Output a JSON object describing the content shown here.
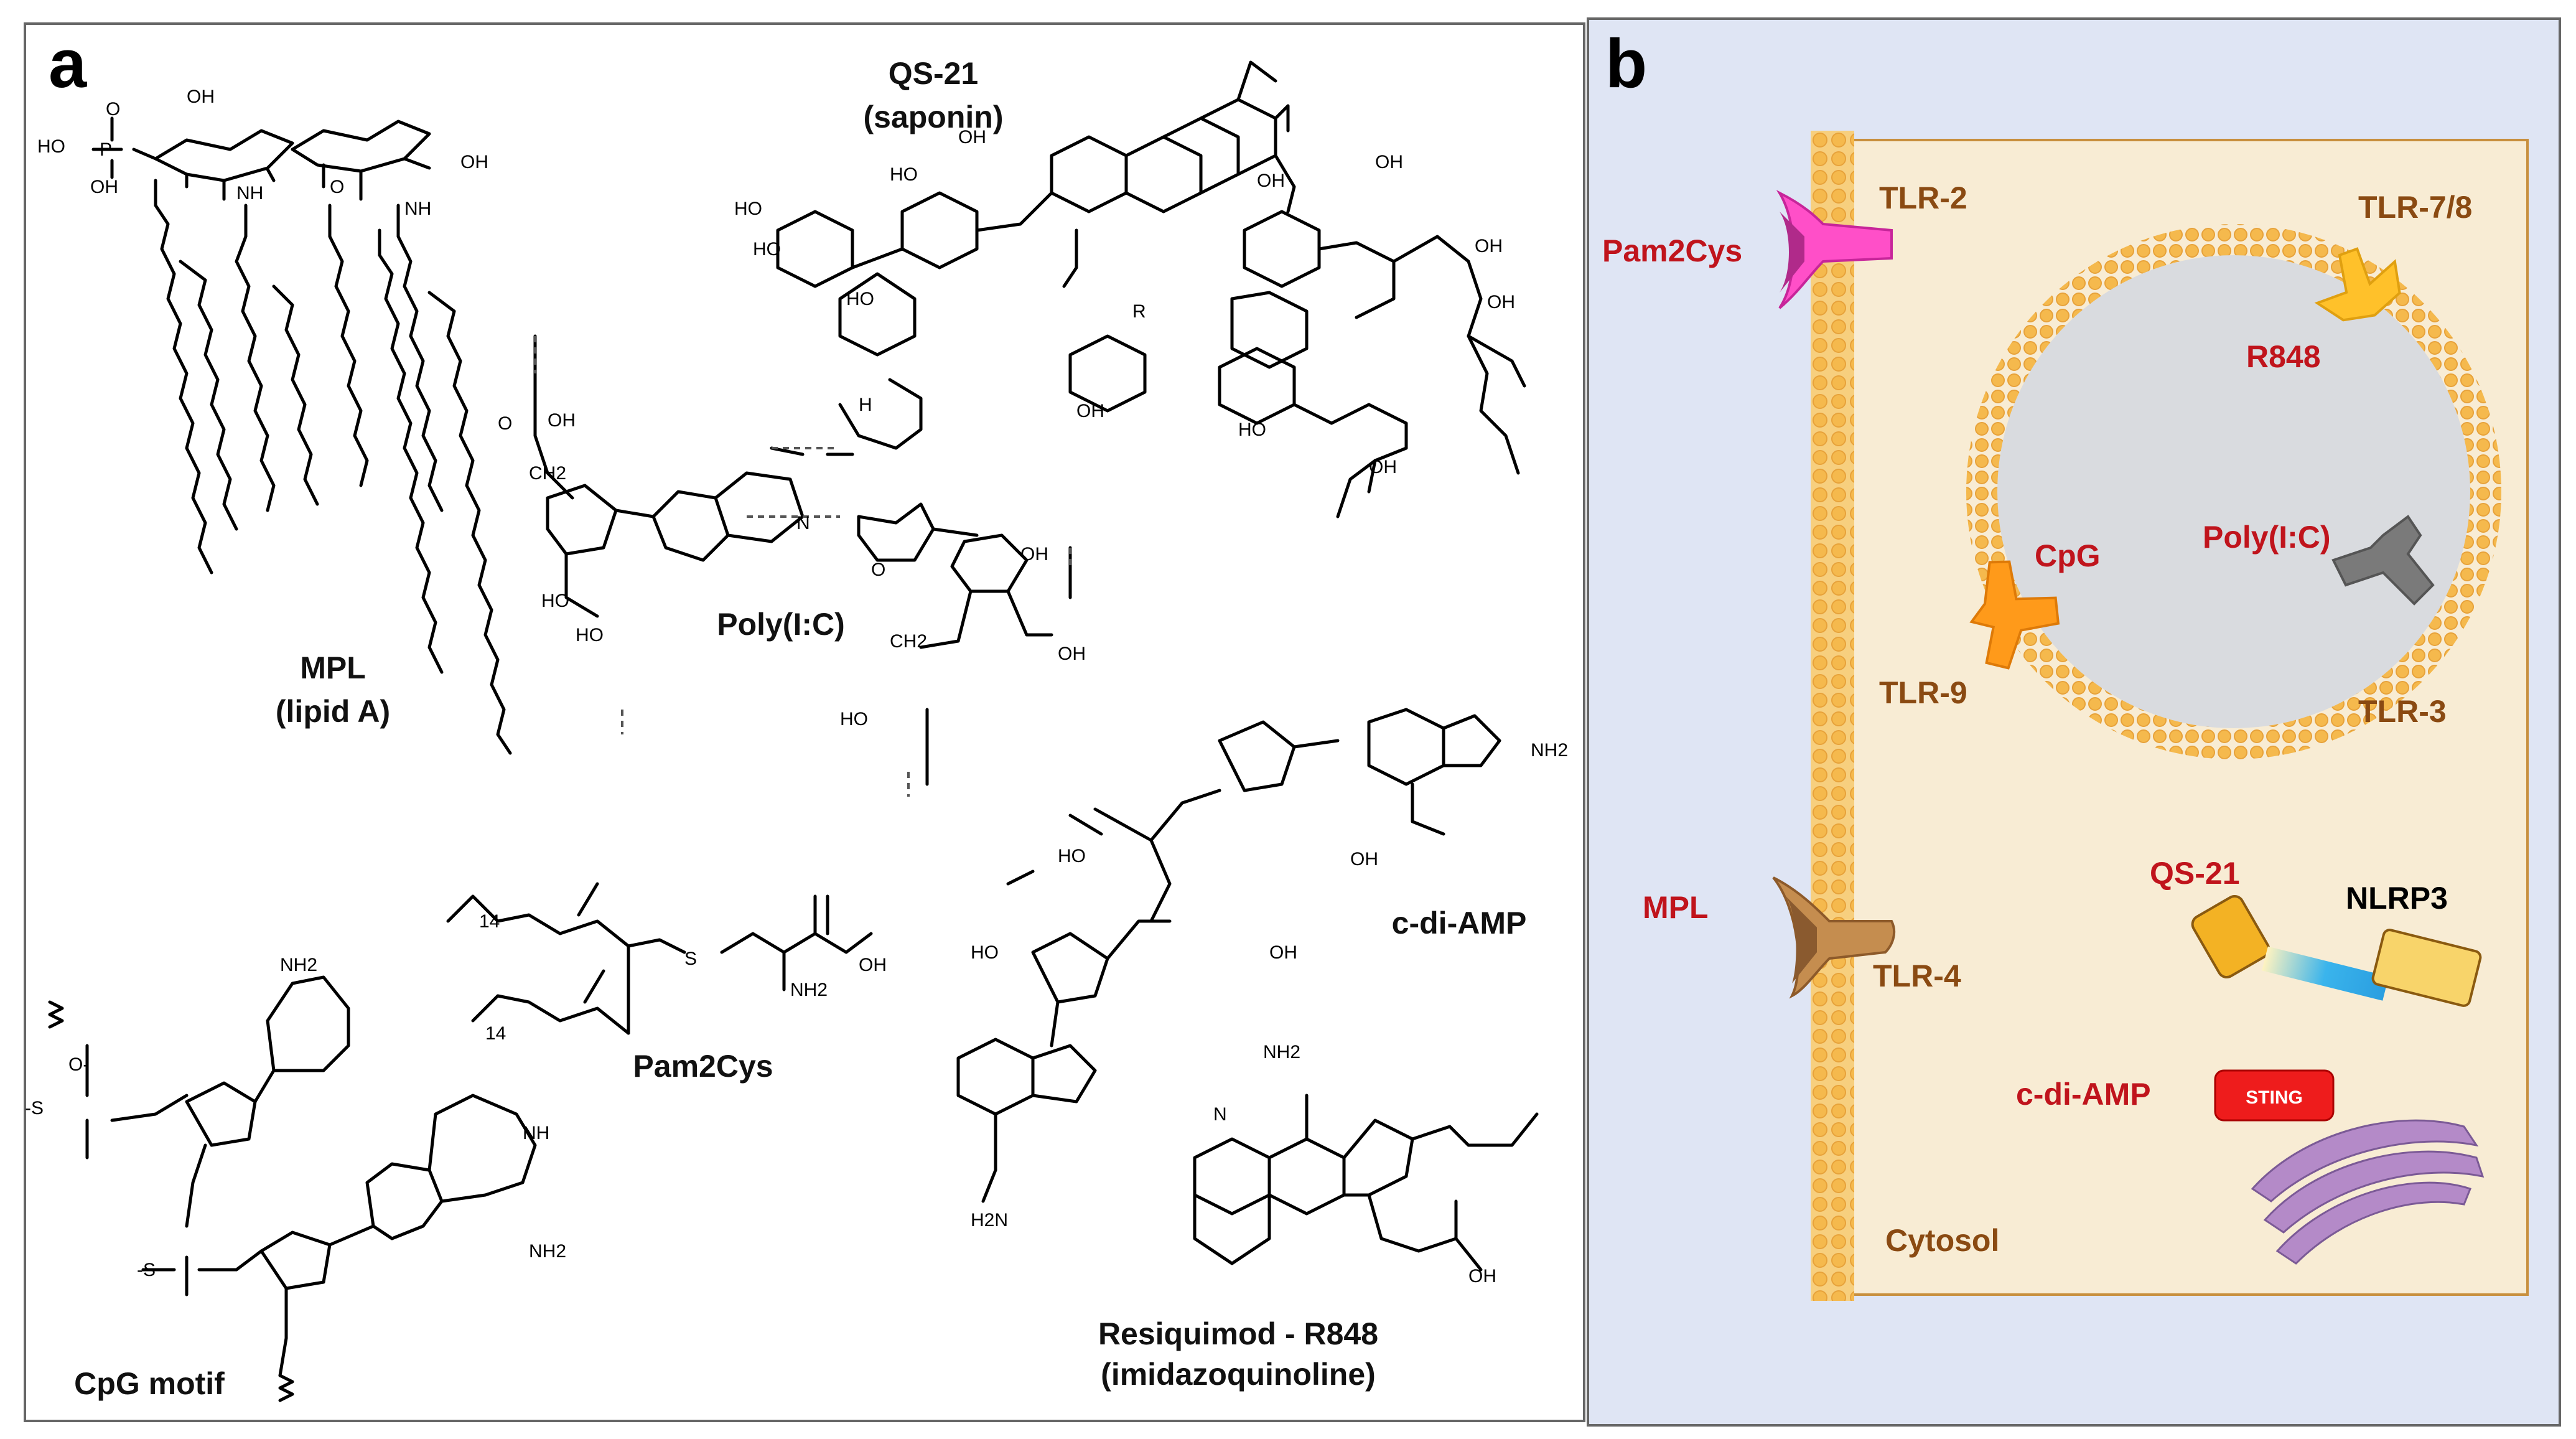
{
  "panel_a": {
    "label": "a",
    "molecules": {
      "mpl": {
        "name": "MPL",
        "subname": "(lipid A)"
      },
      "qs21": {
        "name": "QS-21",
        "subname": "(saponin)"
      },
      "polyic": {
        "name": "Poly(I:C)"
      },
      "cdiamp": {
        "name": "c-di-AMP"
      },
      "pam2cys": {
        "name": "Pam2Cys"
      },
      "cpg": {
        "name": "CpG motif"
      },
      "r848": {
        "name": "Resiquimod - R848",
        "subname": "(imidazoquinoline)"
      }
    },
    "atoms": {
      "oh": "OH",
      "ho": "HO",
      "o": "O",
      "p": "P",
      "nh": "NH",
      "n": "N",
      "h": "H",
      "nh2": "NH2",
      "h2n": "H2N",
      "r": "R",
      "s_minus": "-S",
      "o_minus": "O-",
      "ch2": "CH2",
      "s": "S",
      "sub14": "14"
    }
  },
  "panel_b": {
    "label": "b",
    "receptors": {
      "tlr2": "TLR-2",
      "tlr78": "TLR-7/8",
      "tlr9": "TLR-9",
      "tlr3": "TLR-3",
      "tlr4": "TLR-4",
      "nlrp3": "NLRP3",
      "sting": "STING"
    },
    "ligands": {
      "pam2cys": "Pam2Cys",
      "r848": "R848",
      "cpg": "CpG",
      "polyic": "Poly(I:C)",
      "mpl": "MPL",
      "qs21": "QS-21",
      "cdiamp": "c-di-AMP"
    },
    "compartment": "Cytosol"
  },
  "colors": {
    "panel_b_bg": "#dfe5f4",
    "cell_bg": "#f8ecd4",
    "membrane": "#f5b94d",
    "endosome_lumen": "#d9dbdf",
    "ligand_text": "#c0141c",
    "receptor_text": "#8a4a12",
    "tlr2": "#ff4fc8",
    "tlr78": "#ffc12a",
    "tlr9": "#ff9a1a",
    "tlr3": "#7a7a7a",
    "tlr4": "#c58d4f",
    "nlrp3": "#f8d46a",
    "qs21_cyl": "#f3b224",
    "sting": "#ee1c1c",
    "er": "#b48ac8"
  }
}
